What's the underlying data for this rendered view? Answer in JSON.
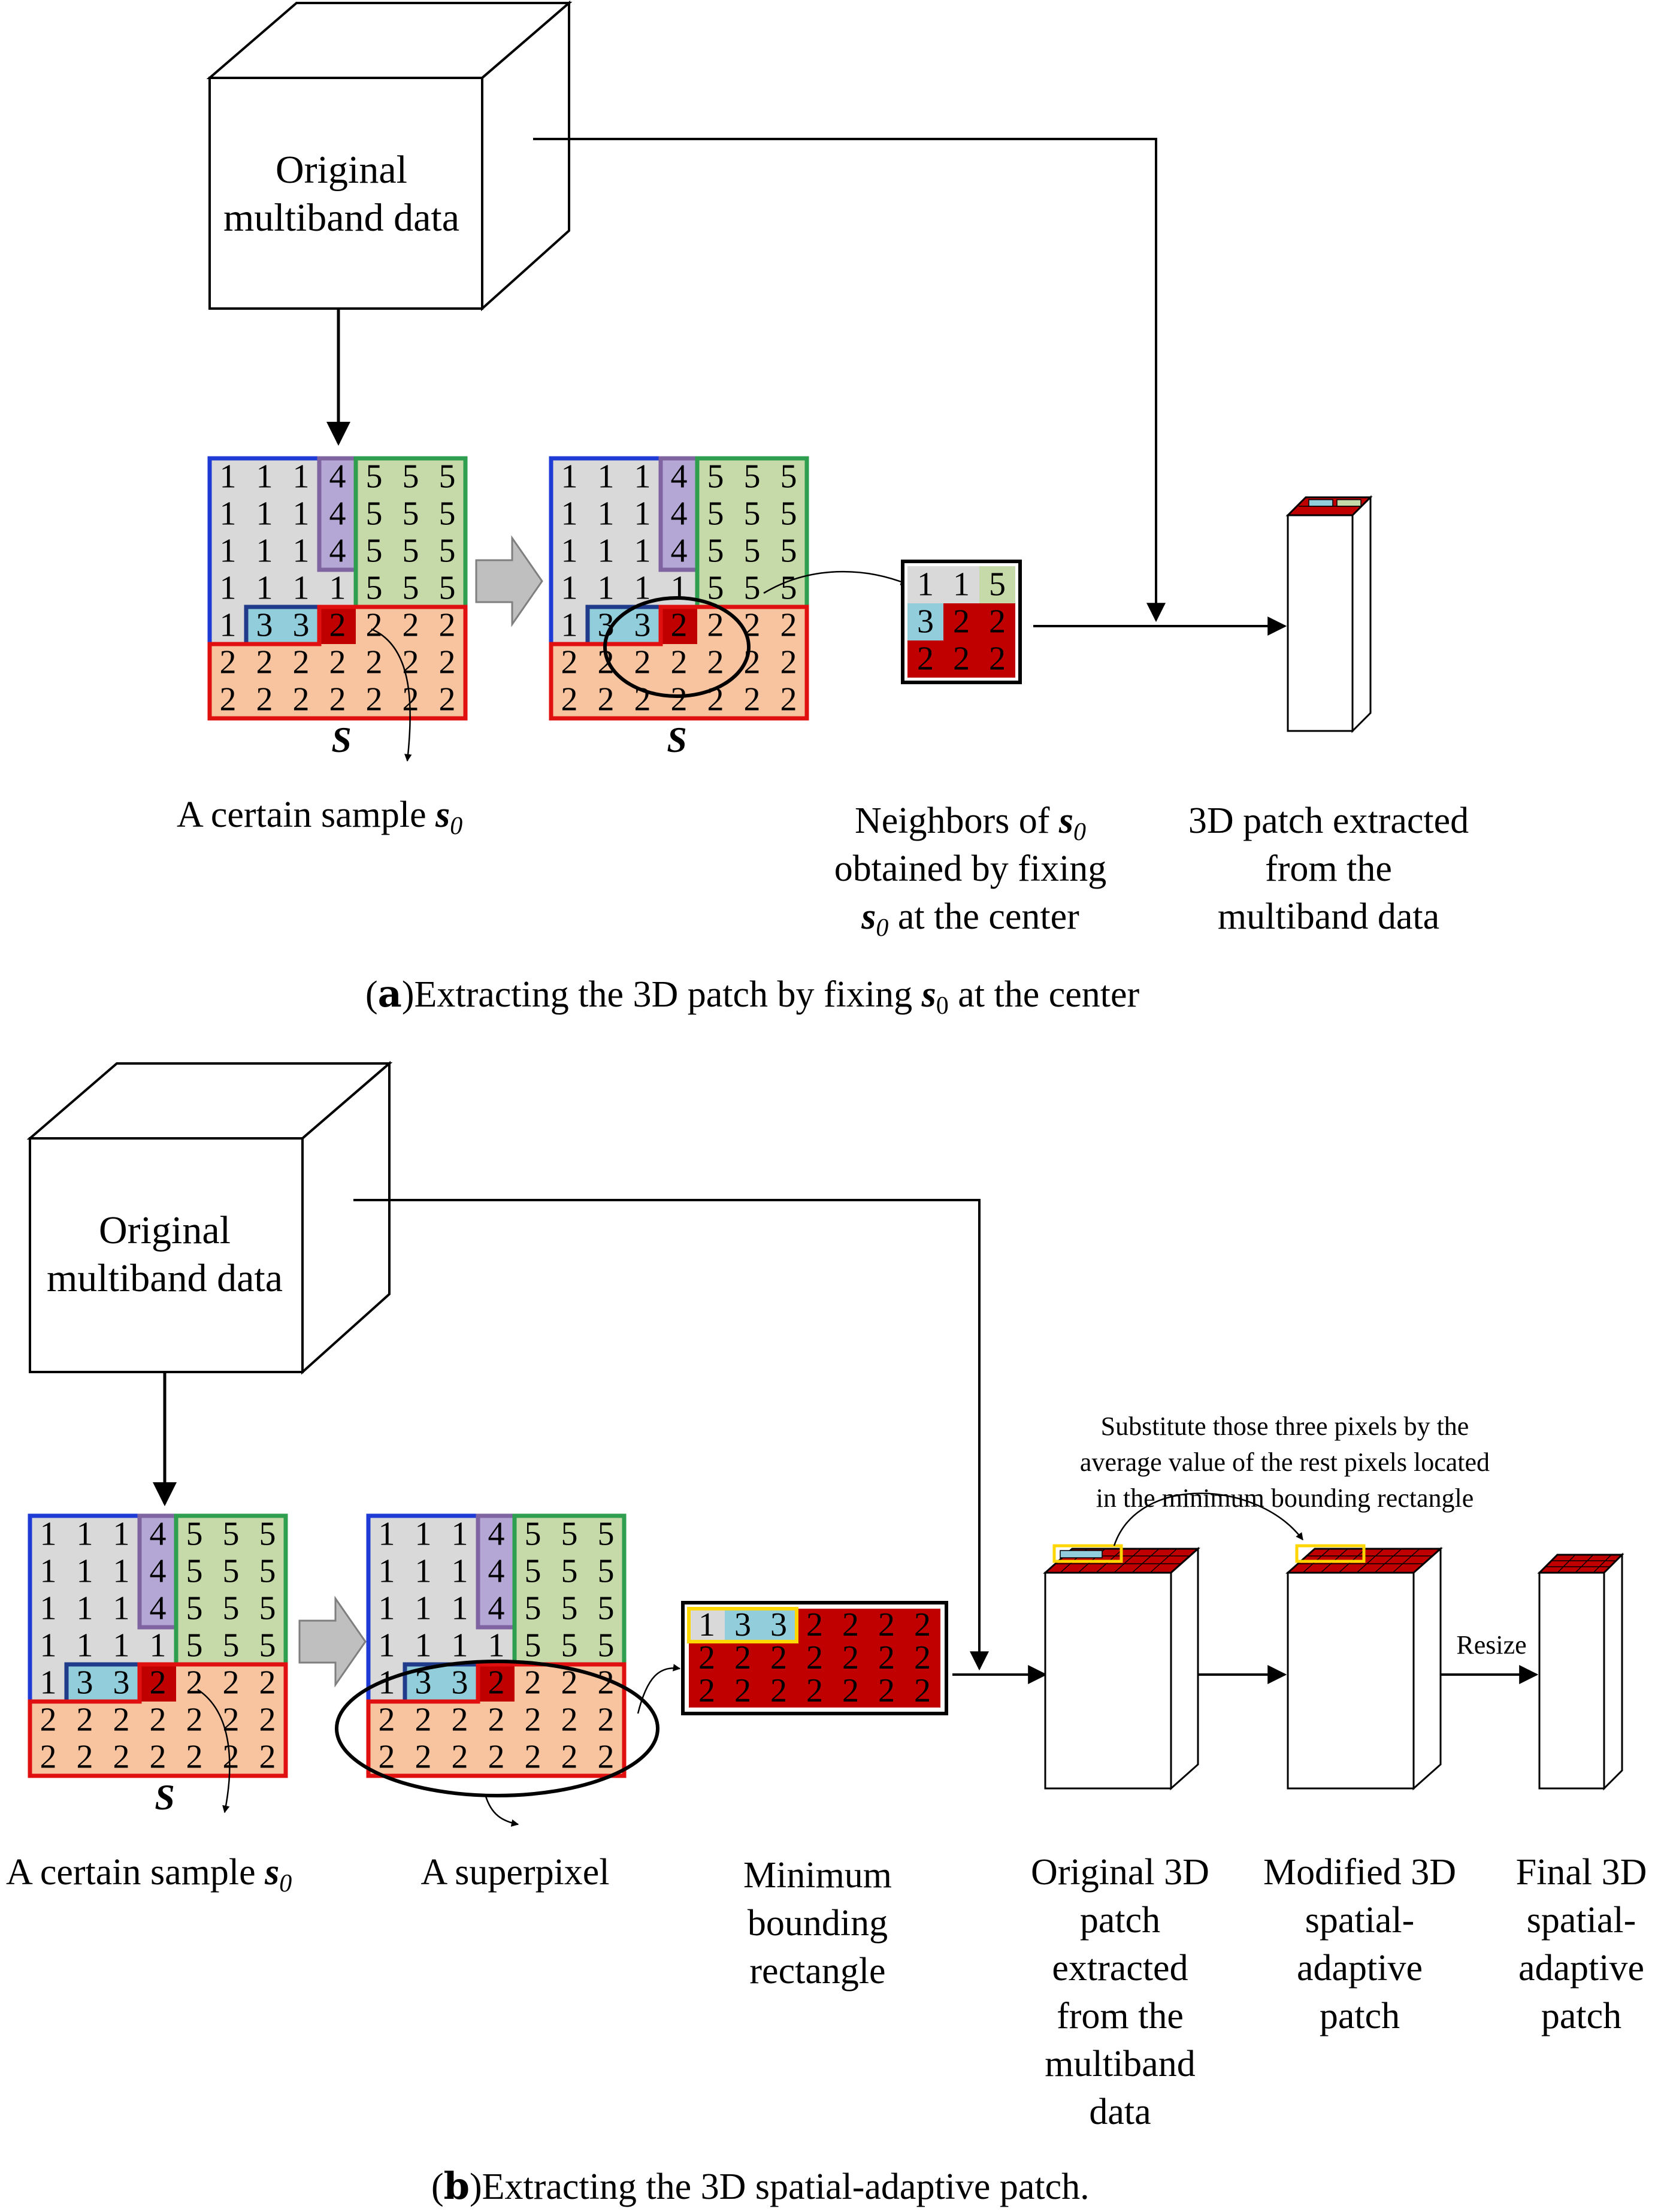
{
  "panel_a": {
    "box_label_line1": "Original",
    "box_label_line2": "multiband data",
    "s_label": "S",
    "sample_label": "A certain sample ",
    "sample_symbol": "s",
    "sample_sub": "0",
    "neighbors_line1": "Neighbors of ",
    "neighbors_line2": "obtained by fixing",
    "neighbors_line3": " at the center",
    "patch_line1": "3D patch extracted",
    "patch_line2": "from the",
    "patch_line3": "multiband data",
    "caption_letter": "a",
    "caption_text": "Extracting the 3D patch by fixing ",
    "caption_text2": " at the center"
  },
  "panel_b": {
    "box_label_line1": "Original",
    "box_label_line2": "multiband data",
    "s_label": "S",
    "sample_label": "A certain sample ",
    "superpixel_label": "A superpixel",
    "mbr_line1": "Minimum",
    "mbr_line2": "bounding",
    "mbr_line3": "rectangle",
    "orig_line1": "Original 3D",
    "orig_line2": "patch",
    "orig_line3": "extracted",
    "orig_line4": "from the",
    "orig_line5": "multiband",
    "orig_line6": "data",
    "mod_line1": "Modified 3D",
    "mod_line2": "spatial-",
    "mod_line3": "adaptive",
    "mod_line4": "patch",
    "final_line1": "Final 3D",
    "final_line2": "spatial-",
    "final_line3": "adaptive",
    "final_line4": "patch",
    "note_line1": "Substitute those three pixels by the",
    "note_line2": "average value of the rest pixels located",
    "note_line3": "in the minimum bounding rectangle",
    "resize_label": "Resize",
    "caption_letter": "b",
    "caption_text": "Extracting the 3D spatial-adaptive patch."
  },
  "grid": {
    "rows": [
      [
        "1",
        "1",
        "1",
        "4",
        "5",
        "5",
        "5"
      ],
      [
        "1",
        "1",
        "1",
        "4",
        "5",
        "5",
        "5"
      ],
      [
        "1",
        "1",
        "1",
        "4",
        "5",
        "5",
        "5"
      ],
      [
        "1",
        "1",
        "1",
        "1",
        "5",
        "5",
        "5"
      ],
      [
        "1",
        "3",
        "3",
        "2",
        "2",
        "2",
        "2"
      ],
      [
        "2",
        "2",
        "2",
        "2",
        "2",
        "2",
        "2"
      ],
      [
        "2",
        "2",
        "2",
        "2",
        "2",
        "2",
        "2"
      ]
    ]
  },
  "neighbors_grid": {
    "rows": [
      [
        "1",
        "1",
        "5"
      ],
      [
        "3",
        "2",
        "2"
      ],
      [
        "2",
        "2",
        "2"
      ]
    ]
  },
  "mbr_grid": {
    "rows": [
      [
        "1",
        "3",
        "3",
        "2",
        "2",
        "2",
        "2"
      ],
      [
        "2",
        "2",
        "2",
        "2",
        "2",
        "2",
        "2"
      ],
      [
        "2",
        "2",
        "2",
        "2",
        "2",
        "2",
        "2"
      ]
    ]
  },
  "colors": {
    "gray": "#d9d9d9",
    "purple": "#b4a7d6",
    "green": "#c6d9a8",
    "blue": "#92cddc",
    "red": "#c00000",
    "orange": "#f8c4a0"
  }
}
